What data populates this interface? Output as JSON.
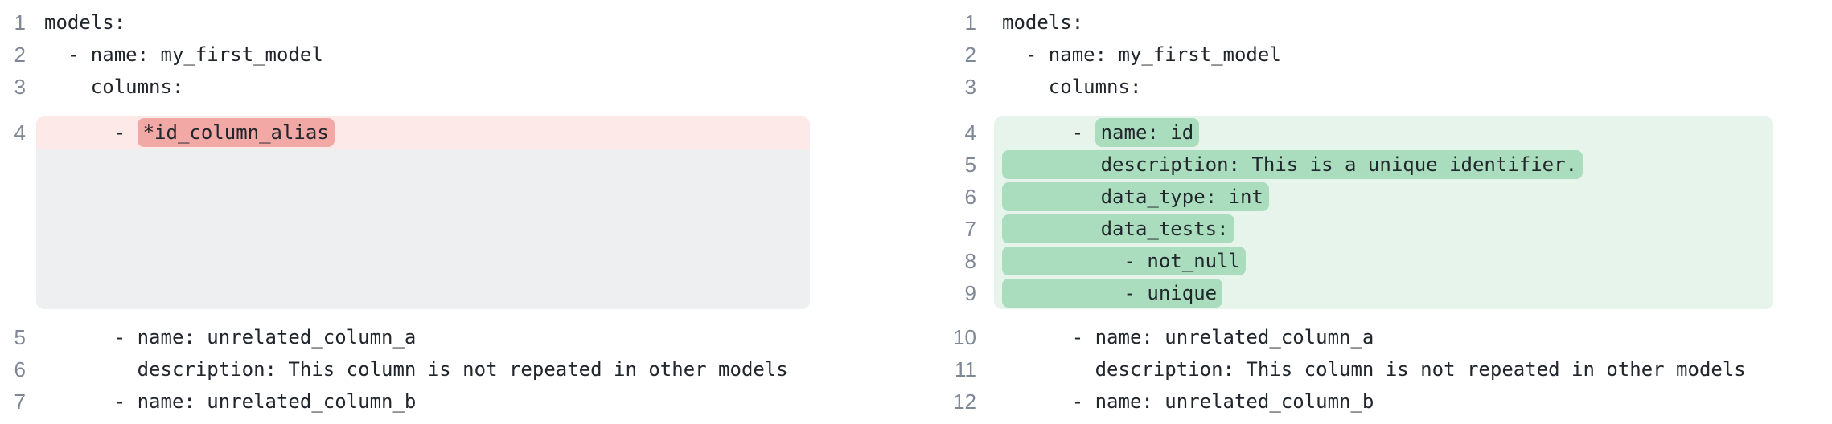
{
  "diff_view": {
    "old_panel": {
      "lines": [
        {
          "num": "1",
          "state": "context",
          "segments": [
            {
              "text": "models:"
            }
          ]
        },
        {
          "num": "2",
          "state": "context",
          "segments": [
            {
              "text": "  - name: my_first_model"
            }
          ]
        },
        {
          "num": "3",
          "state": "context",
          "segments": [
            {
              "text": "    columns:"
            }
          ]
        },
        {
          "num": "4",
          "state": "removed",
          "segments": [
            {
              "text": "      - "
            },
            {
              "text": "*id_column_alias",
              "mark": "removed"
            }
          ]
        },
        {
          "num": "",
          "state": "filler",
          "segments": []
        },
        {
          "num": "5",
          "state": "context",
          "segments": [
            {
              "text": "      - name: unrelated_column_a"
            }
          ]
        },
        {
          "num": "6",
          "state": "context",
          "segments": [
            {
              "text": "        description: This column is not repeated in other models"
            }
          ]
        },
        {
          "num": "7",
          "state": "context",
          "segments": [
            {
              "text": "      - name: unrelated_column_b"
            }
          ]
        }
      ]
    },
    "new_panel": {
      "lines": [
        {
          "num": "1",
          "state": "context",
          "segments": [
            {
              "text": "models:"
            }
          ]
        },
        {
          "num": "2",
          "state": "context",
          "segments": [
            {
              "text": "  - name: my_first_model"
            }
          ]
        },
        {
          "num": "3",
          "state": "context",
          "segments": [
            {
              "text": "    columns:"
            }
          ]
        },
        {
          "num": "4",
          "state": "added",
          "segments": [
            {
              "text": "      - "
            },
            {
              "text": "name: id",
              "mark": "added"
            }
          ]
        },
        {
          "num": "5",
          "state": "added",
          "segments": [
            {
              "text": "        description: This is a unique identifier.",
              "mark": "added"
            }
          ]
        },
        {
          "num": "6",
          "state": "added",
          "segments": [
            {
              "text": "        data_type: int",
              "mark": "added"
            }
          ]
        },
        {
          "num": "7",
          "state": "added",
          "segments": [
            {
              "text": "        data_tests:",
              "mark": "added"
            }
          ]
        },
        {
          "num": "8",
          "state": "added",
          "segments": [
            {
              "text": "          - not_null",
              "mark": "added"
            }
          ]
        },
        {
          "num": "9",
          "state": "added",
          "segments": [
            {
              "text": "          - unique",
              "mark": "added"
            }
          ]
        },
        {
          "num": "10",
          "state": "context",
          "segments": [
            {
              "text": "      - name: unrelated_column_a"
            }
          ]
        },
        {
          "num": "11",
          "state": "context",
          "segments": [
            {
              "text": "        description: This column is not repeated in other models"
            }
          ]
        },
        {
          "num": "12",
          "state": "context",
          "segments": [
            {
              "text": "      - name: unrelated_column_b"
            }
          ]
        }
      ]
    },
    "colors": {
      "background": "#ffffff",
      "code_text": "#21262c",
      "line_number": "#7e8796",
      "removed_line_bg": "#fce9e8",
      "removed_token_bg": "#f2a9a6",
      "added_line_bg": "#e7f4eb",
      "added_token_bg": "#a9ddbe",
      "collapsed_filler_bg": "#edeff1"
    }
  }
}
